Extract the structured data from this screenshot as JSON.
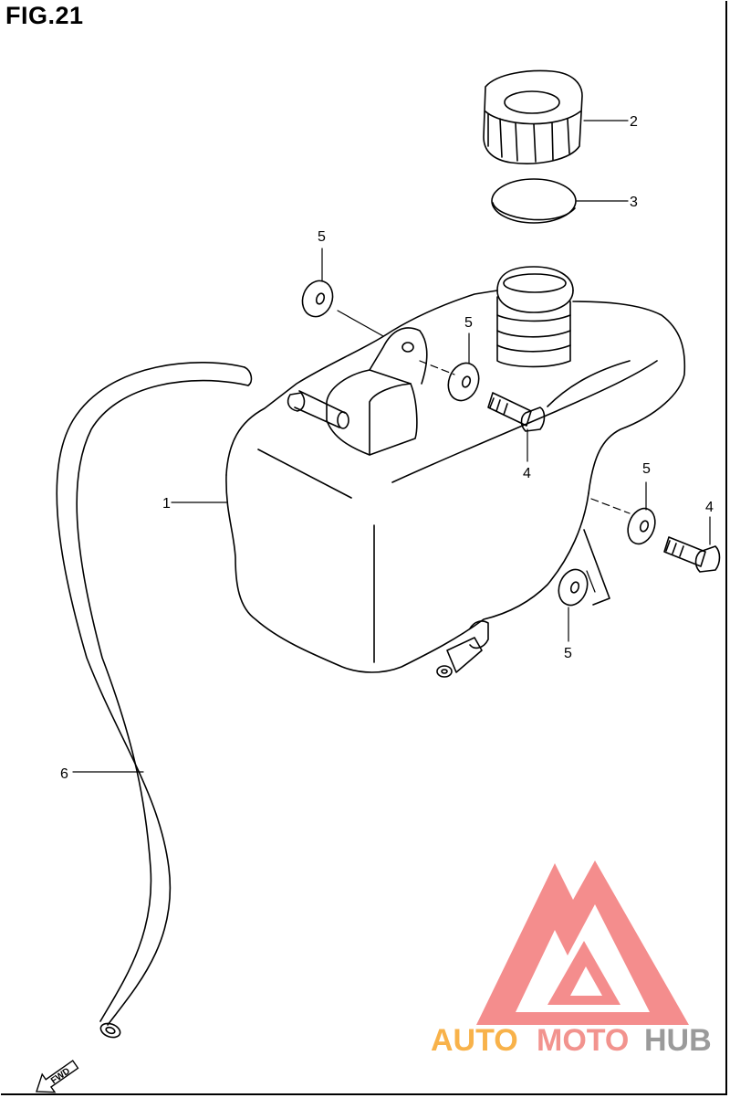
{
  "figure": {
    "title": "FIG.21"
  },
  "callouts": [
    {
      "id": "part-1",
      "number": "1"
    },
    {
      "id": "part-2",
      "number": "2"
    },
    {
      "id": "part-3",
      "number": "3"
    },
    {
      "id": "part-4-a",
      "number": "4"
    },
    {
      "id": "part-4-b",
      "number": "4"
    },
    {
      "id": "part-5-a",
      "number": "5"
    },
    {
      "id": "part-5-b",
      "number": "5"
    },
    {
      "id": "part-5-c",
      "number": "5"
    },
    {
      "id": "part-5-d",
      "number": "5"
    },
    {
      "id": "part-6",
      "number": "6"
    }
  ],
  "fwd_arrow": {
    "label": "FWD"
  },
  "watermark": {
    "text_auto": "AUTO",
    "text_moto": "MOTO",
    "text_hub": "HUB",
    "colors": {
      "auto": "#f8b24a",
      "moto": "#f2938e",
      "hub": "#9a9a9a",
      "logo": "#f37a7a"
    }
  }
}
